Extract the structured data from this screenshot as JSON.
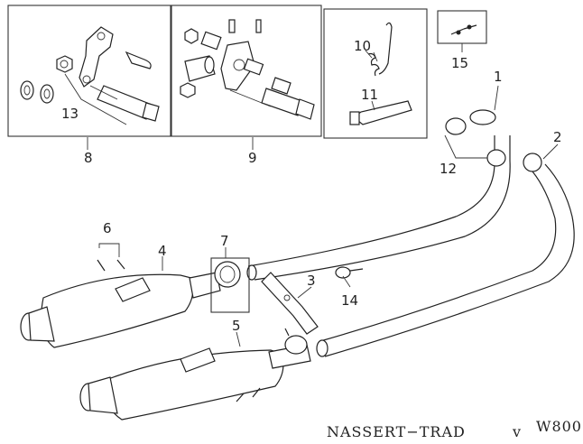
{
  "callouts": {
    "c1": "1",
    "c2": "2",
    "c3": "3",
    "c4": "4",
    "c5": "5",
    "c6": "6",
    "c7": "7",
    "c8": "8",
    "c9": "9",
    "c10": "10",
    "c11": "11",
    "c12": "12",
    "c13": "13",
    "c14": "14",
    "c15": "15"
  },
  "caption": {
    "model_text": "NASSERT−TRAD",
    "v_mark": "v",
    "model_code": "W800"
  }
}
